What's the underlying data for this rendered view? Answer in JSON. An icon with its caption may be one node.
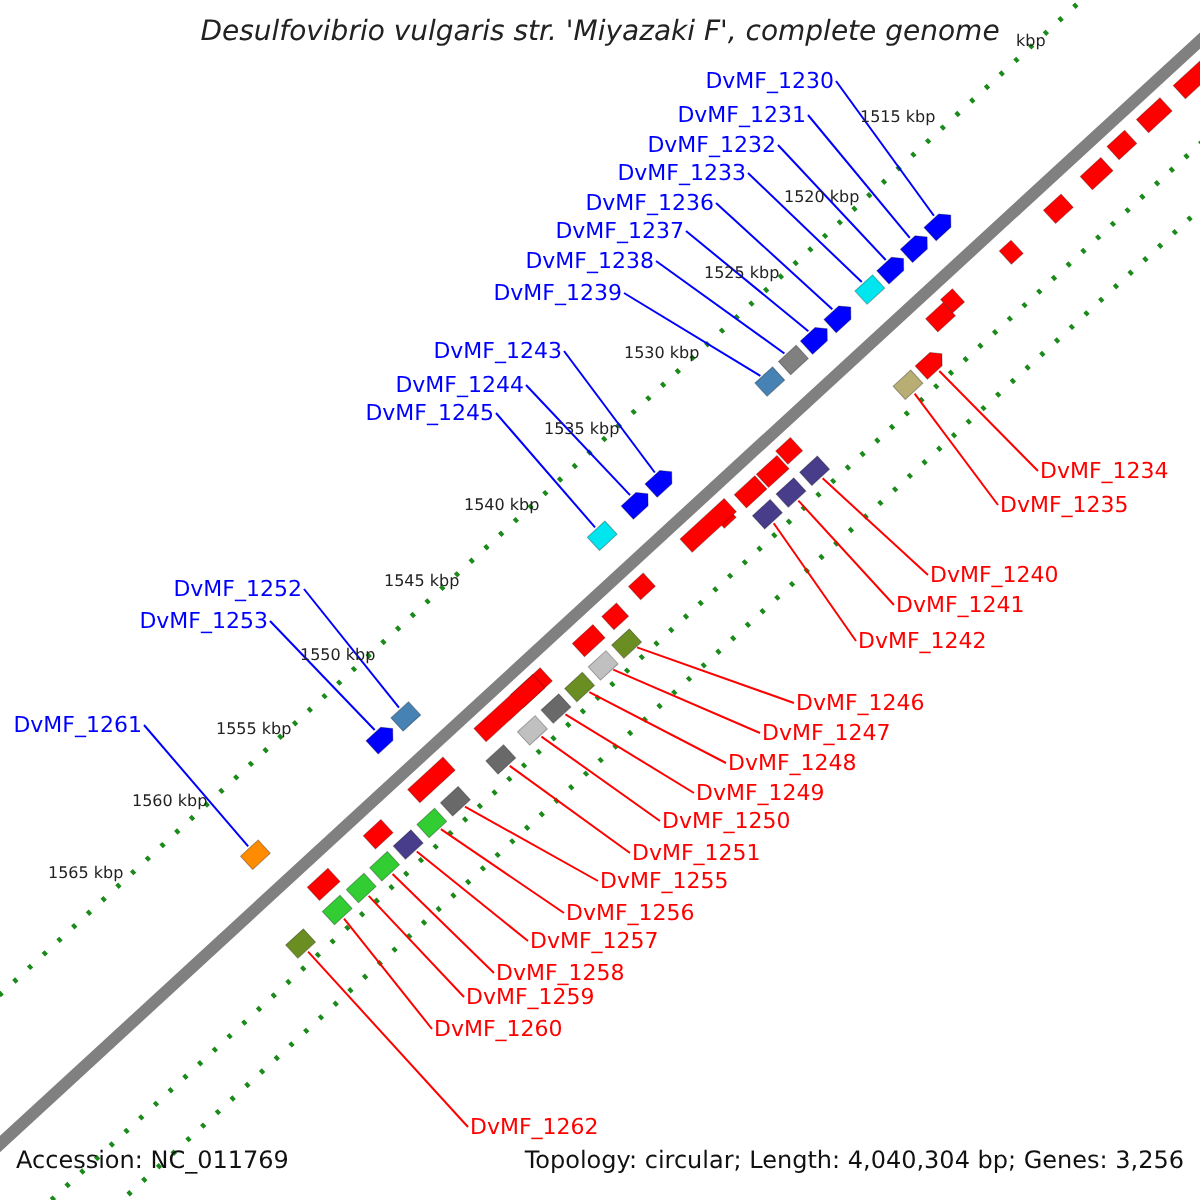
{
  "diagram": {
    "title": "Desulfovibrio vulgaris str. 'Miyazaki F', complete genome",
    "nodes": [
      {
        "text": [
          "DvMF_1230"
        ]
      },
      {
        "text": [
          "DvMF_1231"
        ]
      },
      {
        "text": [
          "DvMF_1232"
        ]
      },
      {
        "text": [
          "DvMF_1233"
        ]
      },
      {
        "text": [
          "DvMF_1236"
        ]
      },
      {
        "text": [
          "DvMF_1237"
        ]
      },
      {
        "text": [
          "DvMF_1238"
        ]
      },
      {
        "text": [
          "DvMF_1239"
        ]
      },
      {
        "text": [
          "DvMF_1243"
        ]
      },
      {
        "text": [
          "DvMF_1244"
        ]
      },
      {
        "text": [
          "DvMF_1245"
        ]
      },
      {
        "text": [
          "DvMF_1252"
        ]
      },
      {
        "text": [
          "DvMF_1253"
        ]
      },
      {
        "text": [
          "DvMF_1261"
        ]
      },
      {
        "text": [
          "DvMF_1234"
        ]
      },
      {
        "text": [
          "DvMF_1235"
        ]
      },
      {
        "text": [
          "DvMF_1240"
        ]
      },
      {
        "text": [
          "DvMF_1241"
        ]
      },
      {
        "text": [
          "DvMF_1242"
        ]
      },
      {
        "text": [
          "DvMF_1246"
        ]
      },
      {
        "text": [
          "DvMF_1247"
        ]
      },
      {
        "text": [
          "DvMF_1248"
        ]
      },
      {
        "text": [
          "DvMF_1249"
        ]
      },
      {
        "text": [
          "DvMF_1250"
        ]
      },
      {
        "text": [
          "DvMF_1251"
        ]
      },
      {
        "text": [
          "DvMF_1255"
        ]
      },
      {
        "text": [
          "DvMF_1256"
        ]
      },
      {
        "text": [
          "DvMF_1257"
        ]
      },
      {
        "text": [
          "DvMF_1258"
        ]
      },
      {
        "text": [
          "DvMF_1259"
        ]
      },
      {
        "text": [
          "DvMF_1260"
        ]
      },
      {
        "text": [
          "DvMF_1262"
        ]
      },
      {
        "text": [],
        "shape": "arrow"
      },
      {
        "text": [],
        "shape": "arrow"
      },
      {
        "text": [],
        "shape": "arrow"
      },
      {
        "text": [],
        "shape": "box"
      },
      {
        "text": [],
        "shape": "arrow"
      },
      {
        "text": [],
        "shape": "arrow"
      },
      {
        "text": [],
        "shape": "box"
      },
      {
        "text": [],
        "shape": "box"
      },
      {
        "text": [],
        "shape": "arrow"
      },
      {
        "text": [],
        "shape": "arrow"
      },
      {
        "text": [],
        "shape": "box"
      },
      {
        "text": [],
        "shape": "box"
      },
      {
        "text": [],
        "shape": "arrow"
      },
      {
        "text": [],
        "shape": "box"
      },
      {
        "text": [],
        "shape": "arrow"
      },
      {
        "text": [],
        "shape": "box"
      },
      {
        "text": [],
        "shape": "box"
      },
      {
        "text": [],
        "shape": "box"
      },
      {
        "text": [],
        "shape": "box"
      },
      {
        "text": [],
        "shape": "box"
      },
      {
        "text": [],
        "shape": "box"
      },
      {
        "text": [],
        "shape": "box"
      },
      {
        "text": [],
        "shape": "box"
      },
      {
        "text": [],
        "shape": "box"
      },
      {
        "text": [],
        "shape": "box"
      },
      {
        "text": [],
        "shape": "box"
      },
      {
        "text": [],
        "shape": "box"
      },
      {
        "text": [],
        "shape": "box"
      },
      {
        "text": [],
        "shape": "box"
      },
      {
        "text": [],
        "shape": "box"
      },
      {
        "text": [],
        "shape": "box"
      },
      {
        "text": [],
        "shape": "box"
      }
    ],
    "edges": [
      {
        "from": 0,
        "to": 32,
        "arrow": "none",
        "color": "#0000ff"
      },
      {
        "from": 1,
        "to": 33,
        "arrow": "none",
        "color": "#0000ff"
      },
      {
        "from": 2,
        "to": 34,
        "arrow": "none",
        "color": "#0000ff"
      },
      {
        "from": 3,
        "to": 35,
        "arrow": "none",
        "color": "#0000ff"
      },
      {
        "from": 4,
        "to": 36,
        "arrow": "none",
        "color": "#0000ff"
      },
      {
        "from": 5,
        "to": 37,
        "arrow": "none",
        "color": "#0000ff"
      },
      {
        "from": 6,
        "to": 38,
        "arrow": "none",
        "color": "#0000ff"
      },
      {
        "from": 7,
        "to": 39,
        "arrow": "none",
        "color": "#0000ff"
      },
      {
        "from": 8,
        "to": 40,
        "arrow": "none",
        "color": "#0000ff"
      },
      {
        "from": 9,
        "to": 41,
        "arrow": "none",
        "color": "#0000ff"
      },
      {
        "from": 10,
        "to": 42,
        "arrow": "none",
        "color": "#0000ff"
      },
      {
        "from": 11,
        "to": 43,
        "arrow": "none",
        "color": "#0000ff"
      },
      {
        "from": 12,
        "to": 44,
        "arrow": "none",
        "color": "#0000ff"
      },
      {
        "from": 13,
        "to": 45,
        "arrow": "none",
        "color": "#0000ff"
      },
      {
        "from": 14,
        "to": 46,
        "arrow": "none"
      },
      {
        "from": 15,
        "to": 47,
        "arrow": "none"
      },
      {
        "from": 16,
        "to": 48,
        "arrow": "none"
      },
      {
        "from": 17,
        "to": 49,
        "arrow": "none"
      },
      {
        "from": 18,
        "to": 50,
        "arrow": "none"
      },
      {
        "from": 19,
        "to": 51,
        "arrow": "none"
      },
      {
        "from": 20,
        "to": 52,
        "arrow": "none"
      },
      {
        "from": 21,
        "to": 53,
        "arrow": "none"
      },
      {
        "from": 22,
        "to": 54,
        "arrow": "none"
      },
      {
        "from": 23,
        "to": 55,
        "arrow": "none"
      },
      {
        "from": 24,
        "to": 56,
        "arrow": "none"
      },
      {
        "from": 25,
        "to": 57,
        "arrow": "none"
      },
      {
        "from": 26,
        "to": 58,
        "arrow": "none"
      },
      {
        "from": 27,
        "to": 59,
        "arrow": "none"
      },
      {
        "from": 28,
        "to": 60,
        "arrow": "none"
      },
      {
        "from": 29,
        "to": 61,
        "arrow": "none"
      },
      {
        "from": 30,
        "to": 62,
        "arrow": "none"
      },
      {
        "from": 31,
        "to": 63,
        "arrow": "none"
      }
    ],
    "labels": [
      "kbp",
      "1515 kbp",
      "1520 kbp",
      "1525 kbp",
      "1530 kbp",
      "1535 kbp",
      "1540 kbp",
      "1545 kbp",
      "1550 kbp",
      "1555 kbp",
      "1560 kbp",
      "1565 kbp",
      "Accession: NC_011769",
      "Topology: circular; Length: 4,040,304 bp; Genes: 3,256"
    ]
  }
}
